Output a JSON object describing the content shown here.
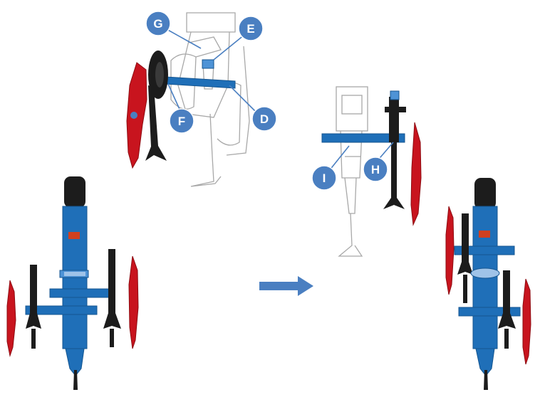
{
  "callouts": [
    {
      "id": "G",
      "label": "G"
    },
    {
      "id": "E",
      "label": "E"
    },
    {
      "id": "F",
      "label": "F"
    },
    {
      "id": "D",
      "label": "D"
    },
    {
      "id": "I",
      "label": "I"
    },
    {
      "id": "H",
      "label": "H"
    }
  ],
  "colors": {
    "frame_blue": "#1f6fb8",
    "frame_blue_dark": "#145590",
    "callout_blue": "#4a7fc1",
    "arrow_blue": "#4a7fc1",
    "disc_red": "#c8141e",
    "disc_red_dark": "#8e0c12",
    "tyre_black": "#1c1c1c",
    "ghost_gray": "#c8c8c8",
    "ghost_line": "#9a9a9a"
  }
}
